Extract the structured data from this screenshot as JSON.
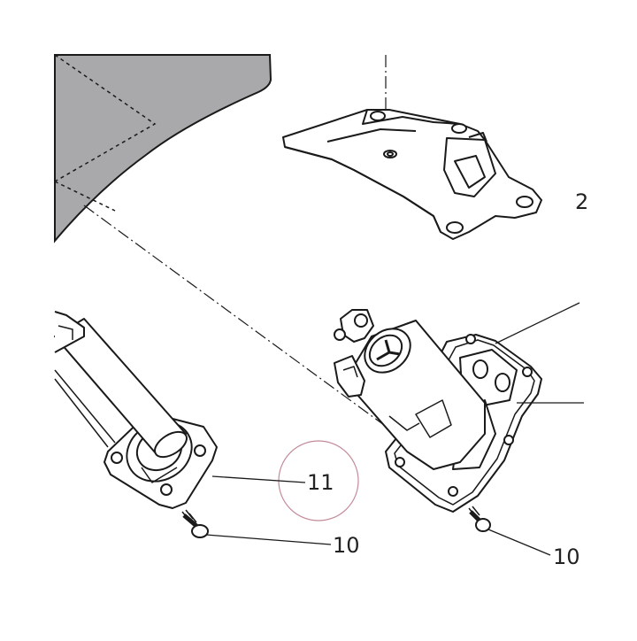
{
  "diagram": {
    "callouts": {
      "part_11": "11",
      "screw_left": "10",
      "screw_right": "10",
      "part_2_partial": "2"
    },
    "colors": {
      "line": "#1a1a1a",
      "shaded_area": "#a9a9ab",
      "highlight_circle": "#c48a98",
      "background": "#ffffff"
    }
  }
}
